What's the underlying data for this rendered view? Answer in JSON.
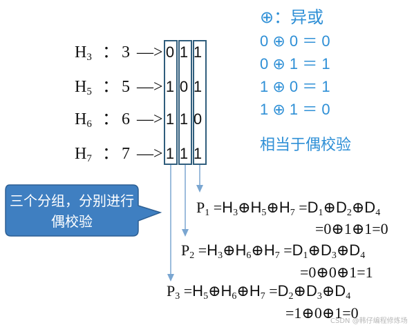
{
  "rows": [
    {
      "h": "H",
      "sub": "3",
      "num": "3",
      "bits": [
        "0",
        "1",
        "1"
      ]
    },
    {
      "h": "H",
      "sub": "5",
      "num": "5",
      "bits": [
        "1",
        "0",
        "1"
      ]
    },
    {
      "h": "H",
      "sub": "6",
      "num": "6",
      "bits": [
        "1",
        "1",
        "0"
      ]
    },
    {
      "h": "H",
      "sub": "7",
      "num": "7",
      "bits": [
        "1",
        "1",
        "1"
      ]
    }
  ],
  "row_colon": "：",
  "row_arrow": "—>",
  "xor_title": "⊕：异或",
  "xor_rules": [
    "0 ⊕ 0 ＝ 0",
    "0 ⊕ 1 ＝ 1",
    "1 ⊕ 0 ＝ 1",
    "1 ⊕ 1 ＝ 0"
  ],
  "xor_note": "相当于偶校验",
  "callout": "三个分组，分别进行偶校验",
  "formulas": [
    {
      "p": "P",
      "psub": "1",
      "rhs_h": [
        "3",
        "5",
        "7"
      ],
      "rhs_d": [
        "1",
        "2",
        "4"
      ],
      "result": "=0⊕1⊕1=0"
    },
    {
      "p": "P",
      "psub": "2",
      "rhs_h": [
        "3",
        "6",
        "7"
      ],
      "rhs_d": [
        "1",
        "3",
        "4"
      ],
      "result": "=0⊕0⊕1=1"
    },
    {
      "p": "P",
      "psub": "3",
      "rhs_h": [
        "5",
        "6",
        "7"
      ],
      "rhs_d": [
        "2",
        "3",
        "4"
      ],
      "result": "=1⊕0⊕1=0"
    }
  ],
  "watermark": "CSDN @韩仔编程修炼场",
  "colors": {
    "accent": "#2e8fd6",
    "box_border": "#2f5d7c",
    "callout_fill": "#3f7fc1",
    "arrow": "#7aa6d1"
  }
}
